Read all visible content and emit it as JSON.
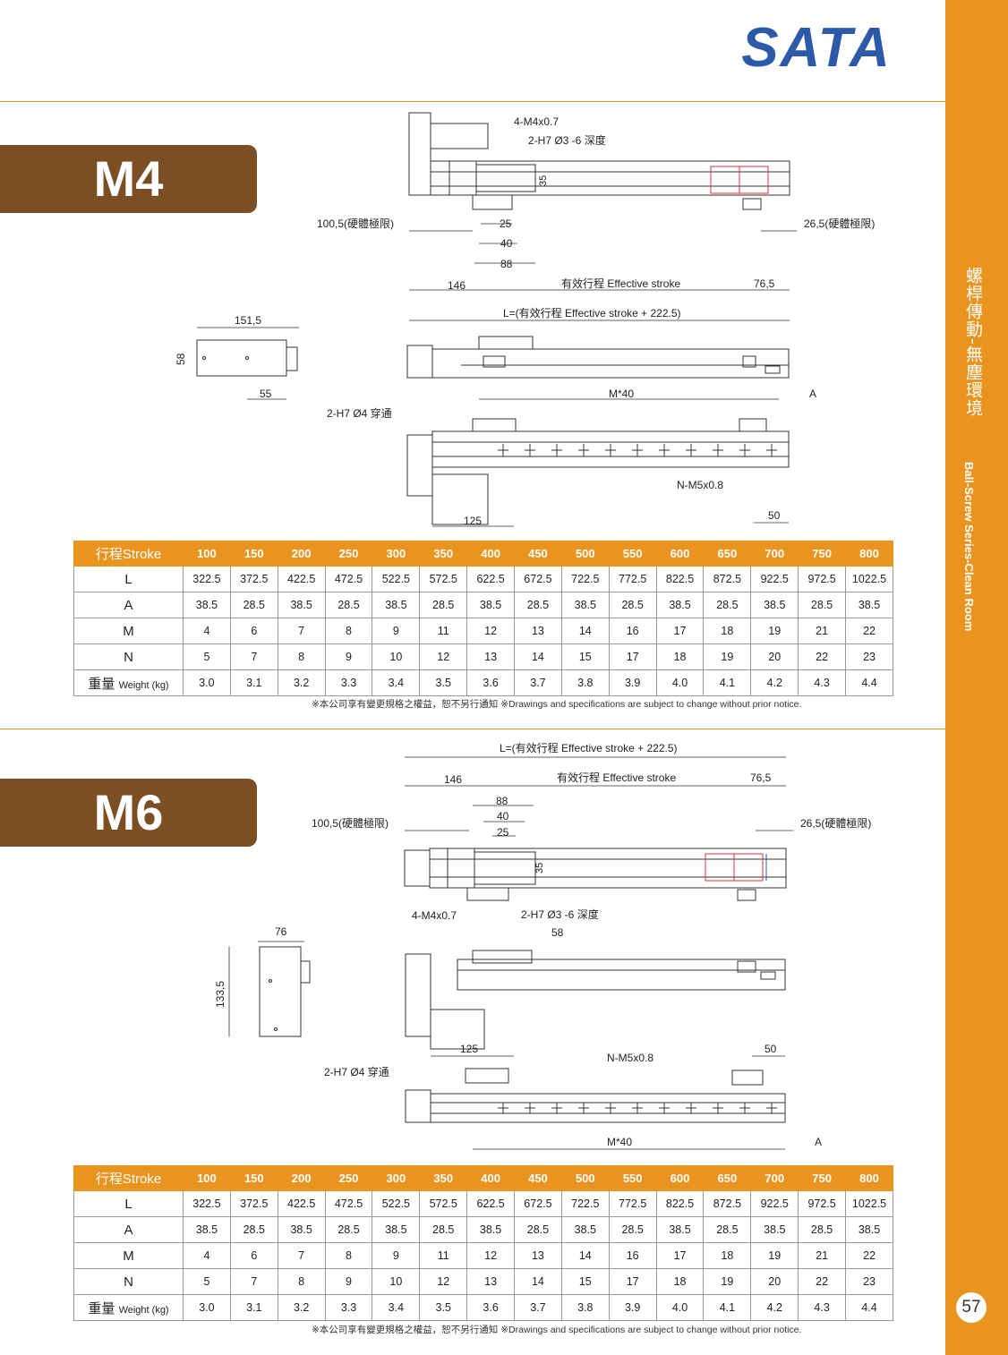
{
  "brand": {
    "logo_text": "SATA",
    "color": "#2d5aa8"
  },
  "colors": {
    "accent": "#e8941f",
    "tab": "#7b4e24"
  },
  "sidebar": {
    "title_zh": "螺桿傳動-無塵環境",
    "title_en": "Ball-Screw Series-Clean Room",
    "page_number": "57"
  },
  "sections": [
    {
      "model": "M4",
      "labels": {
        "top_hole_spec": "4-M4x0.7",
        "pin_hole_spec": "2-H7 Ø3 -6 深度",
        "hard_limit_left": "100,5(硬體極限)",
        "hard_limit_right": "26,5(硬體極限)",
        "dim_25": "25",
        "dim_40": "40",
        "dim_88": "88",
        "dim_35": "35",
        "dim_146": "146",
        "effective_stroke": "有效行程 Effective stroke",
        "dim_76_5": "76,5",
        "total_length": "L=(有效行程 Effective stroke + 222.5)",
        "end_width": "151,5",
        "end_height": "58",
        "end_55": "55",
        "bottom_pin": "2-H7 Ø4 穿通",
        "m_pitch": "M*40",
        "a_label": "A",
        "n_thread": "N-M5x0.8",
        "dim_125": "125",
        "dim_50": "50"
      }
    },
    {
      "model": "M6",
      "labels": {
        "total_length": "L=(有效行程 Effective stroke + 222.5)",
        "dim_146": "146",
        "effective_stroke": "有效行程 Effective stroke",
        "dim_76_5": "76,5",
        "dim_88": "88",
        "dim_40": "40",
        "dim_25": "25",
        "dim_35": "35",
        "hard_limit_left": "100,5(硬體極限)",
        "hard_limit_right": "26,5(硬體極限)",
        "top_hole_spec": "4-M4x0.7",
        "pin_hole_spec": "2-H7 Ø3 -6 深度",
        "dim_58": "58",
        "end_width": "76",
        "end_height": "133,5",
        "dim_125": "125",
        "dim_50": "50",
        "n_thread": "N-M5x0.8",
        "bottom_pin": "2-H7 Ø4 穿通",
        "m_pitch": "M*40",
        "a_label": "A"
      }
    }
  ],
  "table": {
    "stroke_header": "行程Stroke",
    "strokes": [
      "100",
      "150",
      "200",
      "250",
      "300",
      "350",
      "400",
      "450",
      "500",
      "550",
      "600",
      "650",
      "700",
      "750",
      "800"
    ],
    "rows": [
      {
        "label": "L",
        "values": [
          "322.5",
          "372.5",
          "422.5",
          "472.5",
          "522.5",
          "572.5",
          "622.5",
          "672.5",
          "722.5",
          "772.5",
          "822.5",
          "872.5",
          "922.5",
          "972.5",
          "1022.5"
        ]
      },
      {
        "label": "A",
        "values": [
          "38.5",
          "28.5",
          "38.5",
          "28.5",
          "38.5",
          "28.5",
          "38.5",
          "28.5",
          "38.5",
          "28.5",
          "38.5",
          "28.5",
          "38.5",
          "28.5",
          "38.5"
        ]
      },
      {
        "label": "M",
        "values": [
          "4",
          "6",
          "7",
          "8",
          "9",
          "11",
          "12",
          "13",
          "14",
          "16",
          "17",
          "18",
          "19",
          "21",
          "22"
        ]
      },
      {
        "label": "N",
        "values": [
          "5",
          "7",
          "8",
          "9",
          "10",
          "12",
          "13",
          "14",
          "15",
          "17",
          "18",
          "19",
          "20",
          "22",
          "23"
        ]
      },
      {
        "label": "重量",
        "label_small": "Weight (kg)",
        "values": [
          "3.0",
          "3.1",
          "3.2",
          "3.3",
          "3.4",
          "3.5",
          "3.6",
          "3.7",
          "3.8",
          "3.9",
          "4.0",
          "4.1",
          "4.2",
          "4.3",
          "4.4"
        ]
      }
    ]
  },
  "note": "※本公司享有變更規格之權益，恕不另行通知 ※Drawings and specifications are subject to change without prior notice."
}
